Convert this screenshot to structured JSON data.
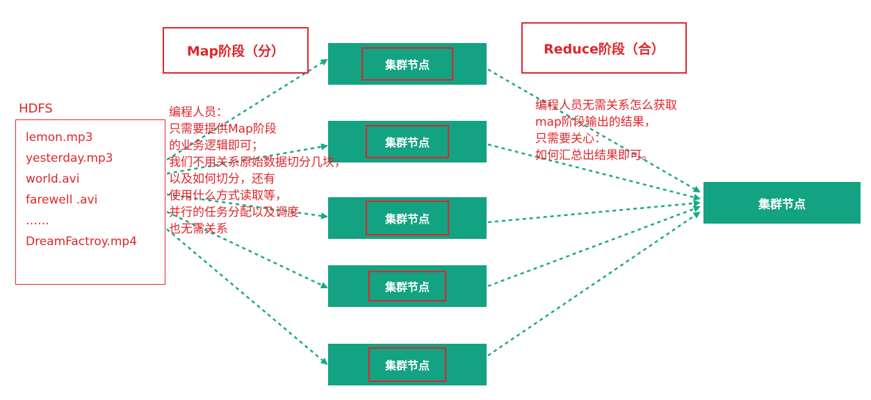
{
  "colors": {
    "accent_red": "#e0242a",
    "node_green": "#13a282",
    "arrow_green": "#18a886",
    "background": "#ffffff"
  },
  "stages": {
    "map_label": "Map阶段（分）",
    "reduce_label": "Reduce阶段（合）"
  },
  "hdfs": {
    "title": "HDFS",
    "files": [
      "lemon.mp3",
      "yesterday.mp3",
      "world.avi",
      "farewell .avi",
      "……",
      "DreamFactroy.mp4"
    ]
  },
  "cluster_nodes": [
    {
      "label": "集群节点"
    },
    {
      "label": "集群节点"
    },
    {
      "label": "集群节点"
    },
    {
      "label": "集群节点"
    },
    {
      "label": "集群节点"
    }
  ],
  "final_node": {
    "label": "集群节点"
  },
  "map_note": {
    "lines": [
      "编程人员：",
      "只需要提供Map阶段",
      "的业务逻辑即可；",
      "我们不用关系原始数据切分几块，",
      "以及如何切分，还有",
      "使用什么方式读取等，",
      "并行的任务分配以及调度",
      "也无需关系"
    ]
  },
  "reduce_note": {
    "lines": [
      "编程人员无需关系怎么获取",
      "map阶段输出的结果，",
      "只需要关心：",
      "如何汇总出结果即可。"
    ]
  }
}
